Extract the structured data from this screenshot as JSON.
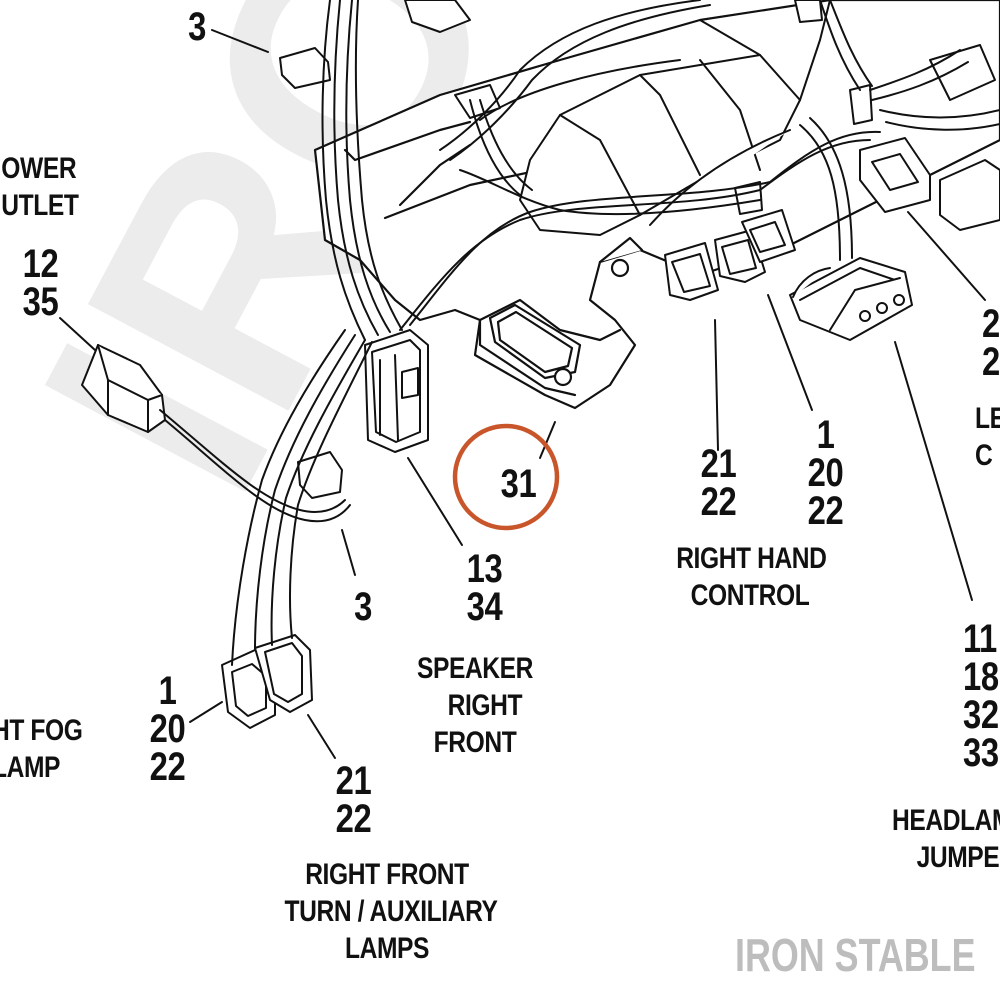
{
  "colors": {
    "ink": "#111111",
    "callout_circle": "#c8562a",
    "watermark": "#ebebeb",
    "brand": "#bdbdbd"
  },
  "watermark": {
    "text": "IRON"
  },
  "brand": {
    "text": "IRON STABLE"
  },
  "callouts": {
    "c_3_top": [
      "3"
    ],
    "power_outlet_nums": [
      "12",
      "35"
    ],
    "c_3_mid": [
      "3"
    ],
    "c_31": [
      "31"
    ],
    "speaker_nums": [
      "13",
      "34"
    ],
    "rhc_left": [
      "21",
      "22"
    ],
    "rhc_right": [
      "1",
      "20",
      "22"
    ],
    "fog_nums": [
      "1",
      "20",
      "22"
    ],
    "turn_nums": [
      "21",
      "22"
    ],
    "left_edge_nums": [
      "2",
      "2"
    ],
    "headlamp_nums": [
      "11",
      "18",
      "32",
      "33"
    ]
  },
  "captions": {
    "power_outlet": [
      "OWER",
      "UTLET"
    ],
    "speaker": [
      "SPEAKER",
      "RIGHT",
      "FRONT"
    ],
    "right_hand_control": [
      "RIGHT HAND",
      "CONTROL"
    ],
    "fog": [
      "HT FOG",
      "LAMP"
    ],
    "turn": [
      "RIGHT FRONT",
      "TURN / AUXILIARY",
      "LAMPS"
    ],
    "left_edge": [
      "LE",
      "C"
    ],
    "headlamp": [
      "HEADLAM",
      "JUMPE"
    ]
  }
}
